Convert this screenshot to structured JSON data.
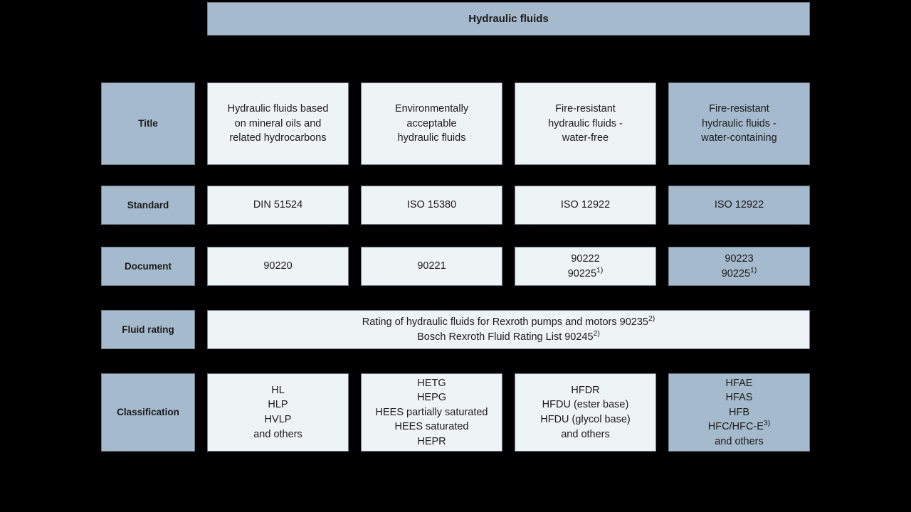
{
  "banner": {
    "title": "Hydraulic fluids"
  },
  "row_labels": {
    "title": "Title",
    "standard": "Standard",
    "document": "Document",
    "fluid_rating": "Fluid rating",
    "classification": "Classification"
  },
  "colors": {
    "background": "#000000",
    "accent_blue": "#a6bacd",
    "cell_light": "#eef3f6",
    "border": "#6f7d8a",
    "text": "#1a1a1a"
  },
  "columns": [
    {
      "id": "mineral-oils",
      "highlighted": false,
      "title": "Hydraulic fluids based\non mineral oils and\nrelated hydrocarbons",
      "standard": "DIN 51524",
      "document": "90220",
      "document_sup": "",
      "classification": "HL\nHLP\nHVLP\nand others"
    },
    {
      "id": "environmentally-acceptable",
      "highlighted": false,
      "title": "Environmentally\nacceptable\nhydraulic fluids",
      "standard": "ISO 15380",
      "document": "90221",
      "document_sup": "",
      "classification": "HETG\nHEPG\nHEES partially saturated\nHEES saturated\nHEPR"
    },
    {
      "id": "fire-resistant-water-free",
      "highlighted": false,
      "title": "Fire-resistant\nhydraulic fluids -\nwater-free",
      "standard": "ISO 12922",
      "document": "90222\n90225",
      "document_sup": "1)",
      "classification": "HFDR\nHFDU (ester base)\nHFDU (glycol base)\nand others"
    },
    {
      "id": "fire-resistant-water-containing",
      "highlighted": true,
      "title": "Fire-resistant\nhydraulic fluids -\nwater-containing",
      "standard": "ISO 12922",
      "document": "90223\n90225",
      "document_sup": "1)",
      "classification": "HFAE\nHFAS\nHFB\nHFC/HFC-E",
      "classification_sup": "3)",
      "classification_tail": "\nand others"
    }
  ],
  "fluid_rating": {
    "line1_text": "Rating of hydraulic fluids for Rexroth pumps and motors 90235",
    "line1_sup": "2)",
    "line2_text": "Bosch Rexroth Fluid Rating List 90245",
    "line2_sup": "2)"
  }
}
